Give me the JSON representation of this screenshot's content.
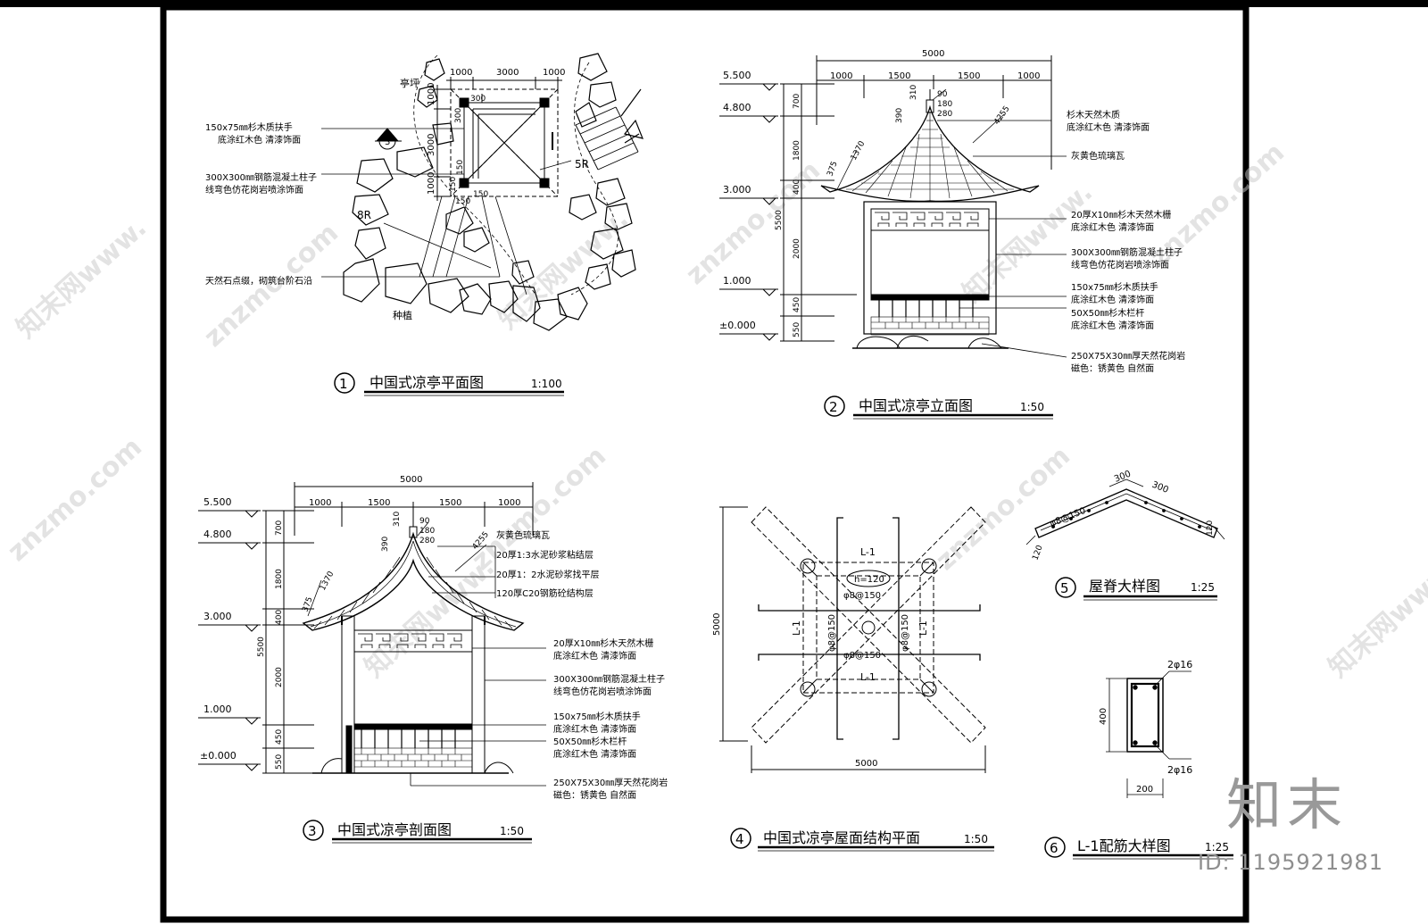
{
  "border_color": "#000000",
  "drawings": {
    "plan": {
      "num": "1",
      "title": "中国式凉亭平面图",
      "scale": "1:100",
      "dims_top": [
        "1000",
        "3000",
        "1000"
      ],
      "dims_left": [
        "1000",
        "3000",
        "1000"
      ],
      "dims_inner": [
        "300",
        "300",
        "150",
        "150",
        "150",
        "150"
      ],
      "radii": [
        "5R",
        "8R"
      ],
      "markers": [
        "3"
      ],
      "labels": {
        "pavilion": "亭坪",
        "planting": "种植",
        "handrail": [
          "150x75㎜杉木质扶手",
          "底涂红木色  清漆饰面"
        ],
        "column": [
          "300X300㎜钢筋混凝土柱子",
          "线弯色仿花岗岩喷涂饰面"
        ],
        "stone": "天然石点缀，砌筑台阶石沿"
      }
    },
    "elevation": {
      "num": "2",
      "title": "中国式凉亭立面图",
      "scale": "1:50",
      "total": "5000",
      "dims_top": [
        "1000",
        "1500",
        "1500",
        "1000"
      ],
      "levels": [
        "5.500",
        "4.800",
        "3.000",
        "1.000",
        "±0.000"
      ],
      "vdims": [
        "700",
        "1800",
        "400",
        "2000",
        "450",
        "550"
      ],
      "vtotal": "5500",
      "roof_dims": [
        "310",
        "90",
        "180",
        "280",
        "390",
        "1370",
        "375",
        "4255"
      ],
      "notes": [
        [
          "杉木天然木质",
          "底涂红木色  清漆饰面"
        ],
        [
          "灰黄色琉璃瓦"
        ],
        [
          "20厚X10㎜杉木天然木栅",
          "底涂红木色  清漆饰面"
        ],
        [
          "300X300㎜钢筋混凝土柱子",
          "线弯色仿花岗岩喷涂饰面"
        ],
        [
          "150x75㎜杉木质扶手",
          "底涂红木色  清漆饰面"
        ],
        [
          "50X50㎜杉木栏杆",
          "底涂红木色  清漆饰面"
        ],
        [
          "250X75X30㎜厚天然花岗岩",
          "磁色：锈黄色  自然面"
        ]
      ]
    },
    "section": {
      "num": "3",
      "title": "中国式凉亭剖面图",
      "scale": "1:50",
      "total": "5000",
      "dims_top": [
        "1000",
        "1500",
        "1500",
        "1000"
      ],
      "levels": [
        "5.500",
        "4.800",
        "3.000",
        "1.000",
        "±0.000"
      ],
      "vdims": [
        "700",
        "1800",
        "400",
        "2000",
        "450",
        "550"
      ],
      "vtotal": "5500",
      "roof_dims": [
        "310",
        "90",
        "180",
        "280",
        "390",
        "1370",
        "375",
        "4255"
      ],
      "roof_notes": [
        "灰黄色琉璃瓦",
        "20厚1:3水泥砂浆粘结层",
        "20厚1：2水泥砂浆找平层",
        "120厚C20钢筋砼结构层"
      ],
      "notes": [
        [
          "20厚X10㎜杉木天然木栅",
          "底涂红木色  清漆饰面"
        ],
        [
          "300X300㎜钢筋混凝土柱子",
          "线弯色仿花岗岩喷涂饰面"
        ],
        [
          "150x75㎜杉木质扶手",
          "底涂红木色  清漆饰面"
        ],
        [
          "50X50㎜杉木栏杆",
          "底涂红木色  清漆饰面"
        ],
        [
          "250X75X30㎜厚天然花岗岩",
          "磁色：锈黄色  自然面"
        ]
      ]
    },
    "roof": {
      "num": "4",
      "title": "中国式凉亭屋面结构平面",
      "scale": "1:50",
      "dim_bottom": "5000",
      "dim_left": "5000",
      "beam_labels": [
        "L-1",
        "L-1",
        "L-1",
        "L-1"
      ],
      "thickness": "h=120",
      "rebar": [
        "φ8@150",
        "φ8@150",
        "φ8@150",
        "φ8@150"
      ]
    },
    "ridge": {
      "num": "5",
      "title": "屋脊大样图",
      "scale": "1:25",
      "dims": [
        "300",
        "300",
        "120",
        "120"
      ],
      "rebar": "φ8@150"
    },
    "beam": {
      "num": "6",
      "title": "L-1配筋大样图",
      "scale": "1:25",
      "top_bars": "2φ16",
      "bottom_bars": "2φ16",
      "height": "400",
      "width": "200"
    }
  },
  "watermark": "znzmo.com",
  "watermark_cn": "知末网www.",
  "brand": {
    "logo": "知末",
    "id": "ID: 1195921981"
  }
}
